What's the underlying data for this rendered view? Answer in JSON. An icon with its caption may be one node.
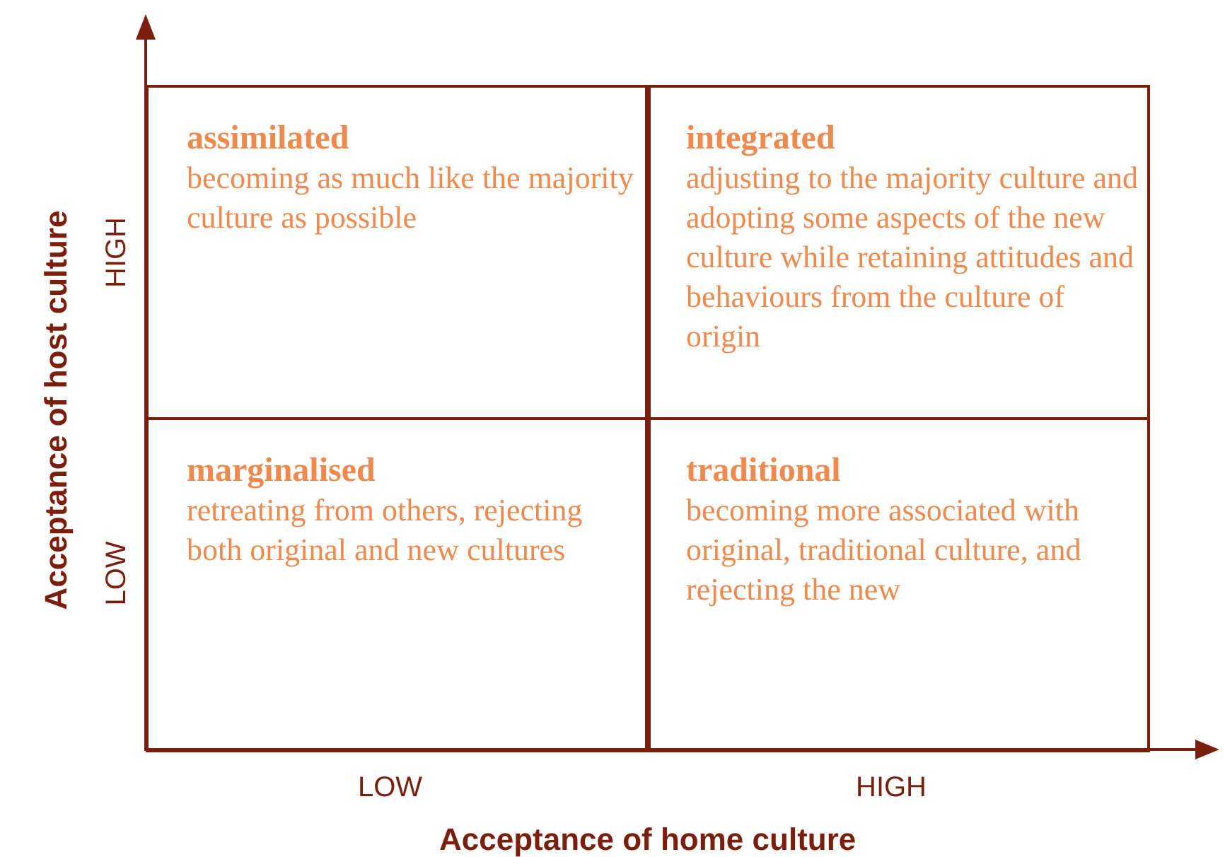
{
  "diagram": {
    "nodes": [
      {
        "text": [
          "assimilated",
          "becoming as much like the majority culture as possible"
        ]
      },
      {
        "text": [
          "integrated",
          "adjusting to the majority culture and adopting some aspects of the new culture while retaining attitudes and behaviours from the culture of origin"
        ]
      },
      {
        "text": [
          "marginalised",
          "retreating from others, rejecting both original and new cultures"
        ]
      },
      {
        "text": [
          "traditional",
          "becoming more associated with original, traditional culture, and rejecting the new"
        ]
      }
    ],
    "labels": [
      "Acceptance of host culture",
      "HIGH",
      "LOW",
      "LOW",
      "HIGH",
      "Acceptance of home culture"
    ]
  }
}
